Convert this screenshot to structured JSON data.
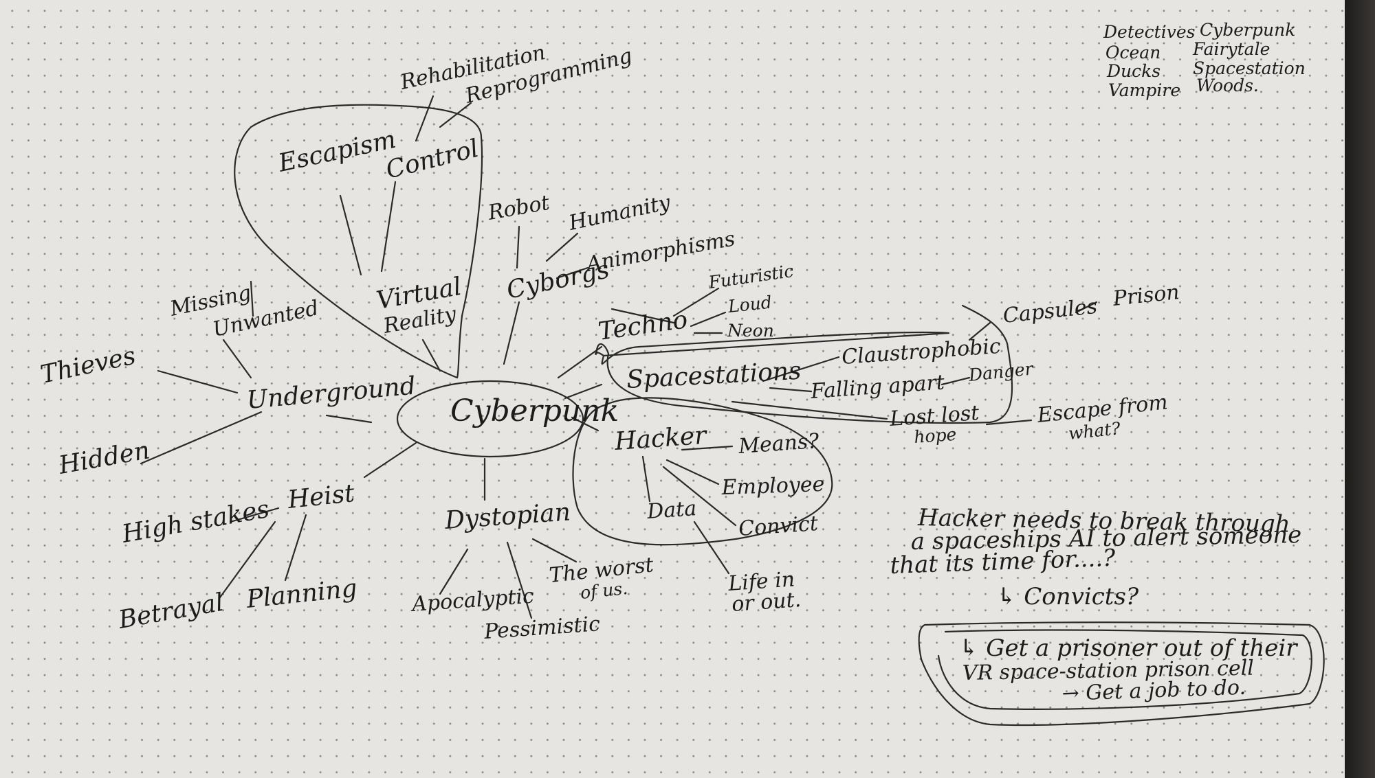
{
  "center": "Cyberpunk",
  "nodes": {
    "rehabilitation": "Rehabilitation",
    "reprogramming": "Reprogramming",
    "escapism": "Escapism",
    "control": "Control",
    "virtual_reality_1": "Virtual",
    "virtual_reality_2": "Reality",
    "robot": "Robot",
    "humanity": "Humanity",
    "cyborgs": "Cyborgs",
    "animorphisms": "Animorphisms",
    "futuristic": "Futuristic",
    "loud": "Loud",
    "neon": "Neon",
    "techno": "Techno",
    "missing": "Missing",
    "unwanted": "Unwanted",
    "thieves": "Thieves",
    "underground": "Underground",
    "hidden": "Hidden",
    "heist": "Heist",
    "high_stakes": "High stakes",
    "betrayal": "Betrayal",
    "planning": "Planning",
    "dystopian": "Dystopian",
    "apocalyptic": "Apocalyptic",
    "pessimistic": "Pessimistic",
    "worst_of_us_1": "The worst",
    "worst_of_us_2": "of us.",
    "capsules": "Capsules",
    "prison": "Prison",
    "claustrophobic": "Claustrophobic",
    "spacestations": "Spacestations",
    "falling_apart": "Falling apart",
    "danger": "Danger",
    "lost_hope_1": "Lost lost",
    "lost_hope_2": "hope",
    "escape_from_1": "Escape from",
    "escape_from_2": "what?",
    "hacker": "Hacker",
    "means": "Means?",
    "employee": "Employee",
    "data": "Data",
    "convict": "Convict",
    "life_in_1": "Life in",
    "life_in_2": "or out."
  },
  "corner_list": {
    "left": [
      "Detectives",
      "Ocean",
      "Ducks",
      "Vampire"
    ],
    "right": [
      "Cyberpunk",
      "Fairytale",
      "Spacestation",
      "Woods."
    ]
  },
  "notes": {
    "line1": "Hacker needs to break through",
    "line2": "a spaceships AI to alert someone",
    "line3": "that its time for....?",
    "line4": "↳ Convicts?",
    "box_line1": "↳ Get a prisoner out of their",
    "box_line2": "VR space-station prison cell",
    "box_line3": "→ Get a job to do."
  }
}
